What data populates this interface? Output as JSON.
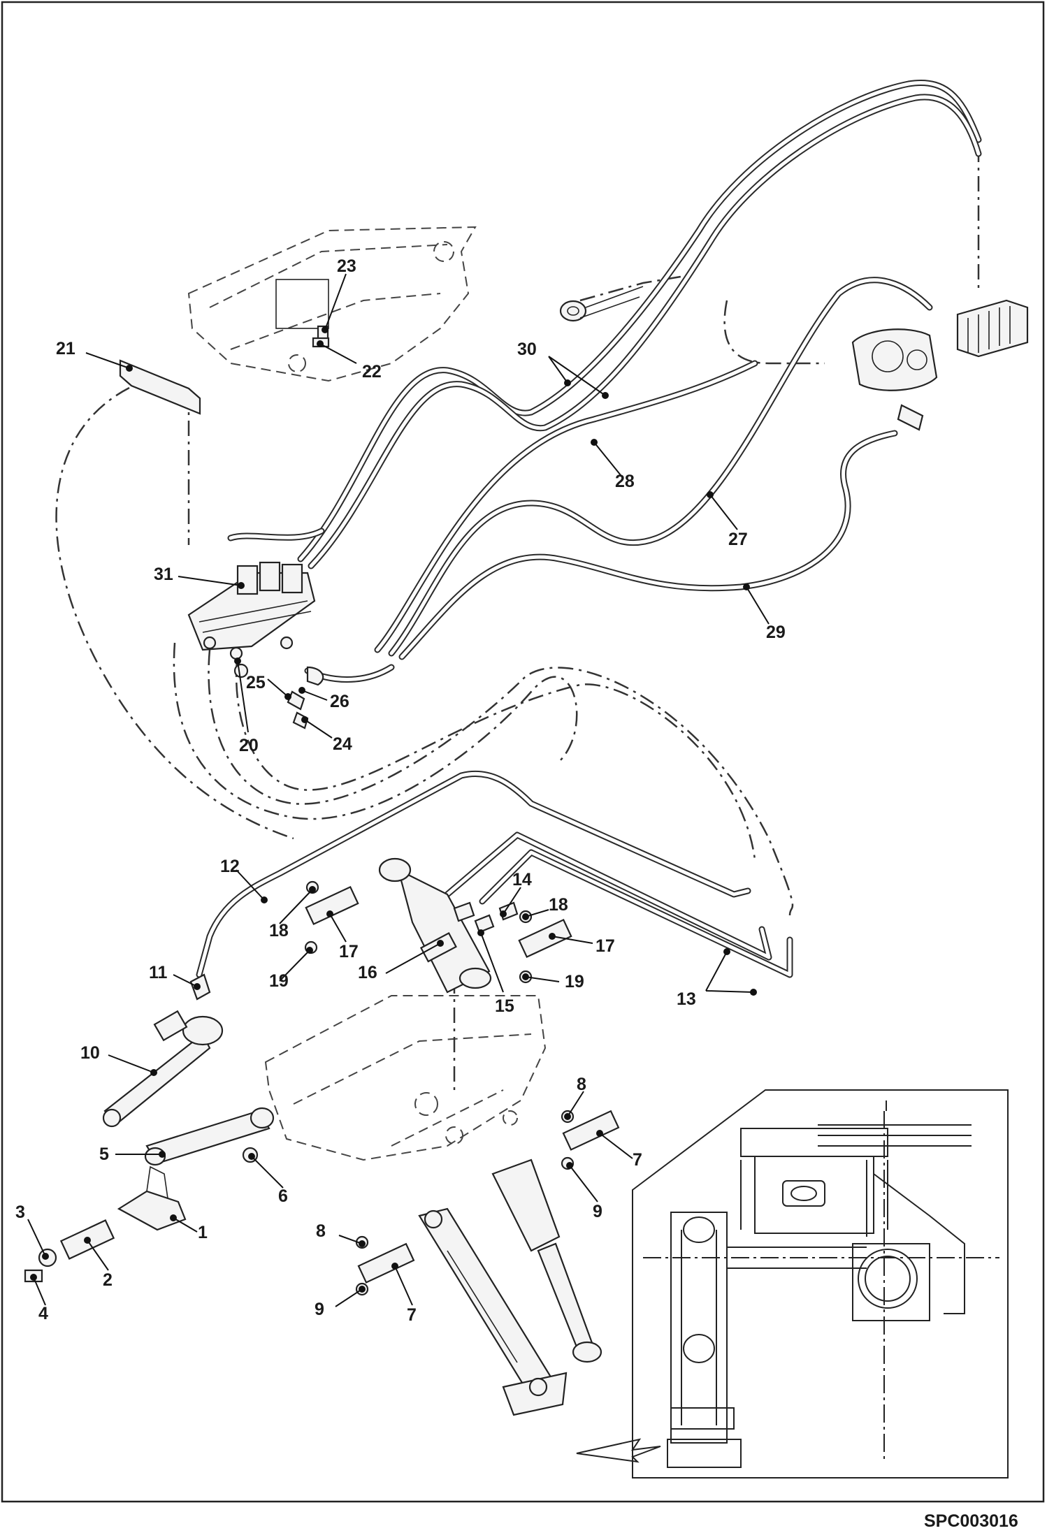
{
  "drawing_code": "SPC003016",
  "callouts": [
    {
      "id": "c1",
      "text": "1"
    },
    {
      "id": "c2",
      "text": "2"
    },
    {
      "id": "c3",
      "text": "3"
    },
    {
      "id": "c4",
      "text": "4"
    },
    {
      "id": "c5",
      "text": "5"
    },
    {
      "id": "c6",
      "text": "6"
    },
    {
      "id": "c7a",
      "text": "7"
    },
    {
      "id": "c7b",
      "text": "7"
    },
    {
      "id": "c8a",
      "text": "8"
    },
    {
      "id": "c8b",
      "text": "8"
    },
    {
      "id": "c9a",
      "text": "9"
    },
    {
      "id": "c9b",
      "text": "9"
    },
    {
      "id": "c10",
      "text": "10"
    },
    {
      "id": "c11",
      "text": "11"
    },
    {
      "id": "c12",
      "text": "12"
    },
    {
      "id": "c13",
      "text": "13"
    },
    {
      "id": "c14",
      "text": "14"
    },
    {
      "id": "c15",
      "text": "15"
    },
    {
      "id": "c16",
      "text": "16"
    },
    {
      "id": "c17a",
      "text": "17"
    },
    {
      "id": "c17b",
      "text": "17"
    },
    {
      "id": "c18a",
      "text": "18"
    },
    {
      "id": "c18b",
      "text": "18"
    },
    {
      "id": "c19a",
      "text": "19"
    },
    {
      "id": "c19b",
      "text": "19"
    },
    {
      "id": "c20",
      "text": "20"
    },
    {
      "id": "c21",
      "text": "21"
    },
    {
      "id": "c22",
      "text": "22"
    },
    {
      "id": "c23",
      "text": "23"
    },
    {
      "id": "c24",
      "text": "24"
    },
    {
      "id": "c25",
      "text": "25"
    },
    {
      "id": "c26",
      "text": "26"
    },
    {
      "id": "c27",
      "text": "27"
    },
    {
      "id": "c28",
      "text": "28"
    },
    {
      "id": "c29",
      "text": "29"
    },
    {
      "id": "c30",
      "text": "30"
    },
    {
      "id": "c31",
      "text": "31"
    }
  ]
}
